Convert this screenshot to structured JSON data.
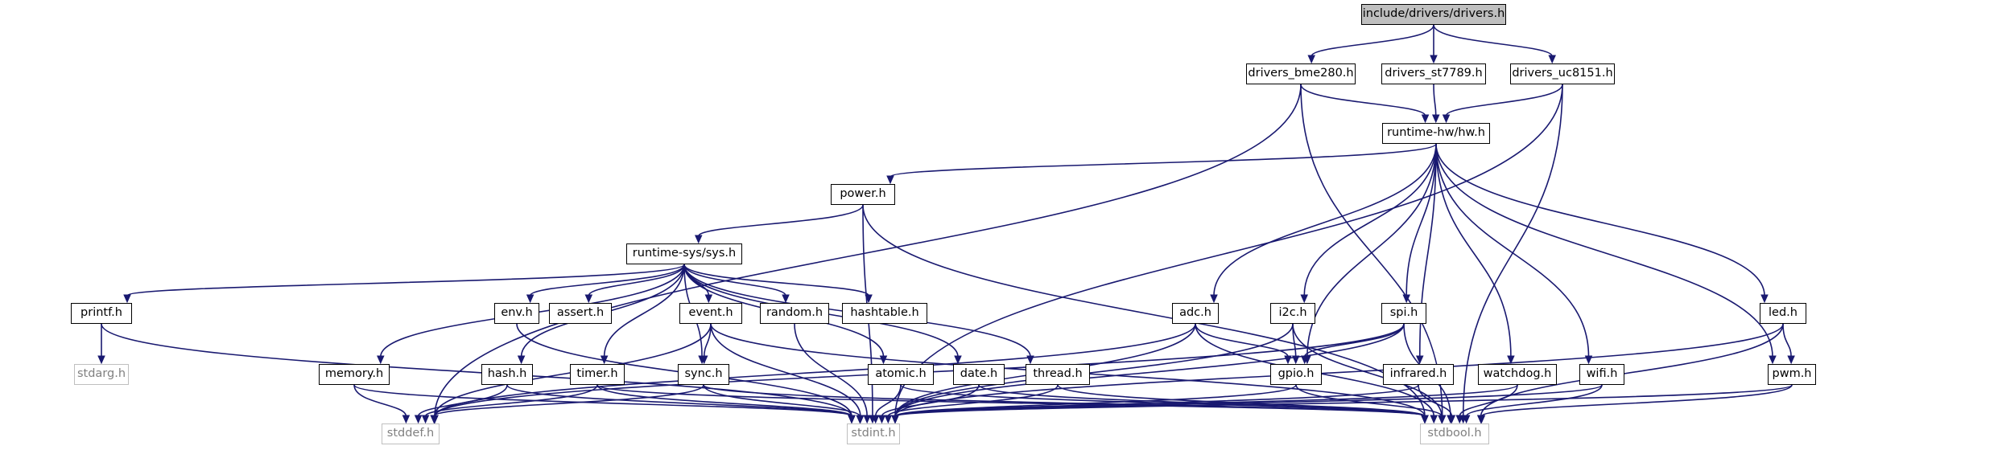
{
  "root": "include/drivers/drivers.h",
  "nodes": {
    "n1": "drivers_bme280.h",
    "n2": "drivers_st7789.h",
    "n3": "drivers_uc8151.h",
    "n4": "runtime-hw/hw.h",
    "n5": "power.h",
    "n6": "runtime-sys/sys.h",
    "n7": "printf.h",
    "n8": "stdarg.h",
    "n9": "env.h",
    "n10": "assert.h",
    "n11": "event.h",
    "n12": "random.h",
    "n13": "hashtable.h",
    "n14": "adc.h",
    "n15": "i2c.h",
    "n16": "spi.h",
    "n17": "led.h",
    "n18": "memory.h",
    "n19": "hash.h",
    "n20": "timer.h",
    "n21": "sync.h",
    "n22": "atomic.h",
    "n23": "date.h",
    "n24": "thread.h",
    "n25": "gpio.h",
    "n26": "infrared.h",
    "n27": "watchdog.h",
    "n28": "wifi.h",
    "n29": "pwm.h",
    "n30": "stddef.h",
    "n31": "stdint.h",
    "n32": "stdbool.h"
  },
  "colors": {
    "edge": "#191970",
    "root_fill": "#bfbfbf",
    "node_border": "#000000",
    "system_header": "#bfbfbf"
  }
}
